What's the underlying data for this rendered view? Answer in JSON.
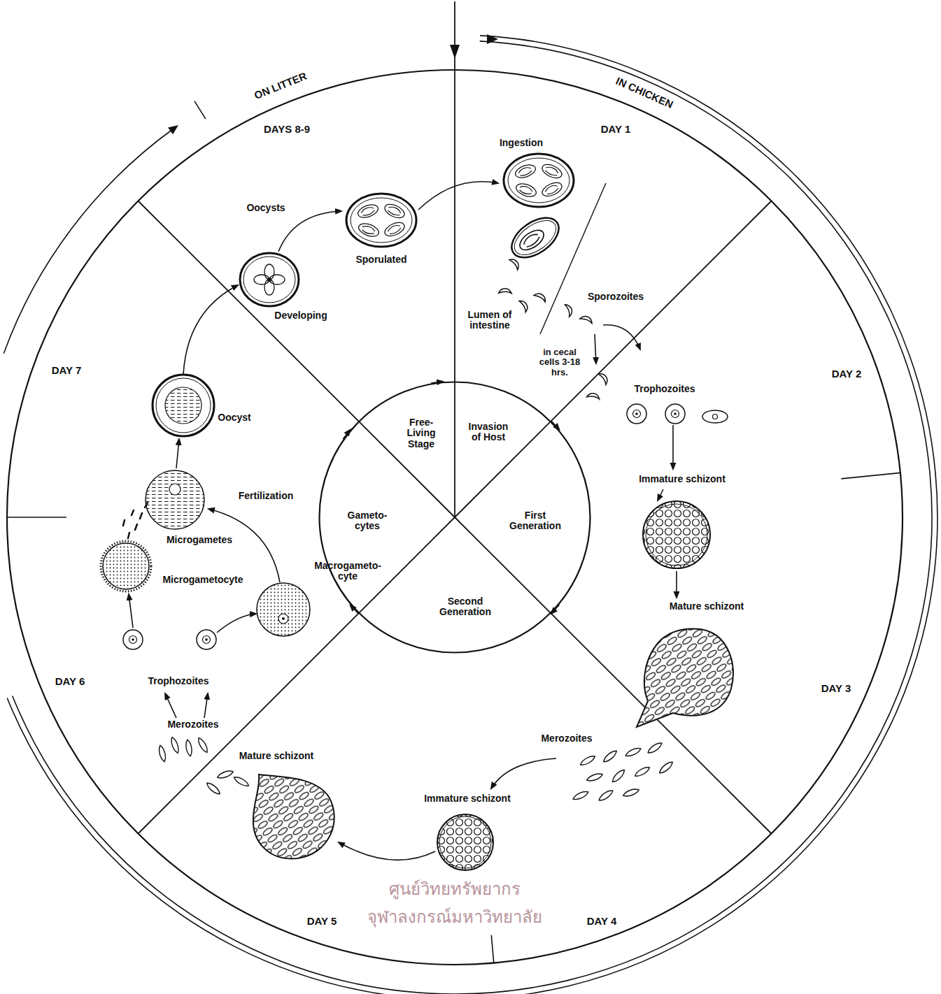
{
  "diagram": {
    "nodes": [
      {
        "text": [
          "Free- Living Stage",
          "Invasion of Host",
          "First Generation",
          "Second Generation",
          "Gameto- cytes"
        ]
      }
    ],
    "labels": [
      "IN CHICKEN",
      "ON LITTER",
      "DAYS 8-9",
      "DAY 1",
      "DAY 2",
      "DAY 3",
      "DAY 4",
      "DAY 5",
      "DAY 6",
      "DAY 7",
      "Oocysts",
      "Sporulated",
      "Developing",
      "Ingestion",
      "Sporozoites",
      "Lumen of intestine",
      "in cecal cells 3-18 hrs.",
      "Trophozoites",
      "Immature schizont",
      "Mature schizont",
      "Merozoites",
      "Immature schizont",
      "Mature schizont",
      "Merozoites",
      "Trophozoites",
      "Macrogameto- cyte",
      "Microgametocyte",
      "Microgametes",
      "Fertilization",
      "Oocyst",
      "ศูนย์วิทยทรัพยากร",
      "จุฬาลงกรณ์มหาวิทยาลัย"
    ]
  }
}
